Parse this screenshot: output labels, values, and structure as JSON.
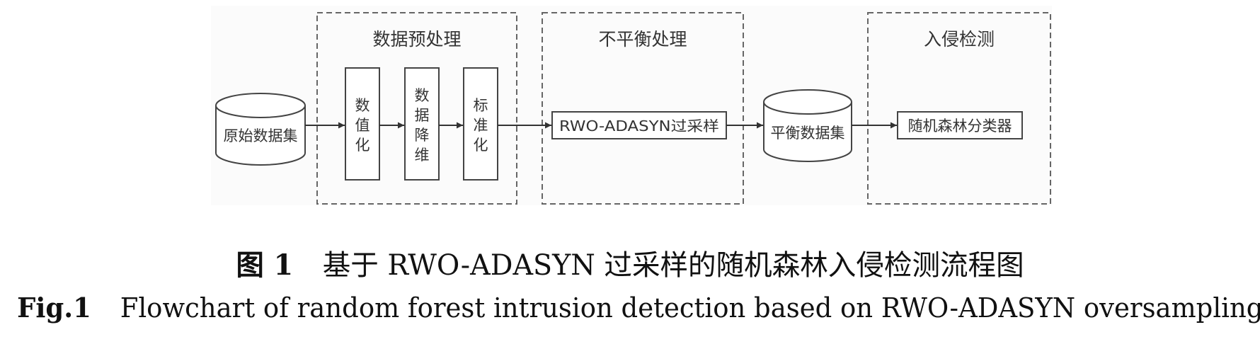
{
  "diagram": {
    "groups": {
      "preprocess": "数据预处理",
      "imbalance": "不平衡处理",
      "detection": "入侵检测"
    },
    "nodes": {
      "raw_dataset": "原始数据集",
      "numeric": [
        "数",
        "值",
        "化"
      ],
      "dim_reduction": [
        "数",
        "据",
        "降",
        "维"
      ],
      "standardize": [
        "标",
        "准",
        "化"
      ],
      "oversampling": "RWO-ADASYN过采样",
      "balanced_dataset": "平衡数据集",
      "classifier": "随机森林分类器"
    }
  },
  "caption": {
    "cn_label": "图 1",
    "cn_text": "基于 RWO-ADASYN 过采样的随机森林入侵检测流程图",
    "en_label": "Fig.1",
    "en_text": "Flowchart of random forest intrusion detection based on RWO-ADASYN oversampling"
  }
}
